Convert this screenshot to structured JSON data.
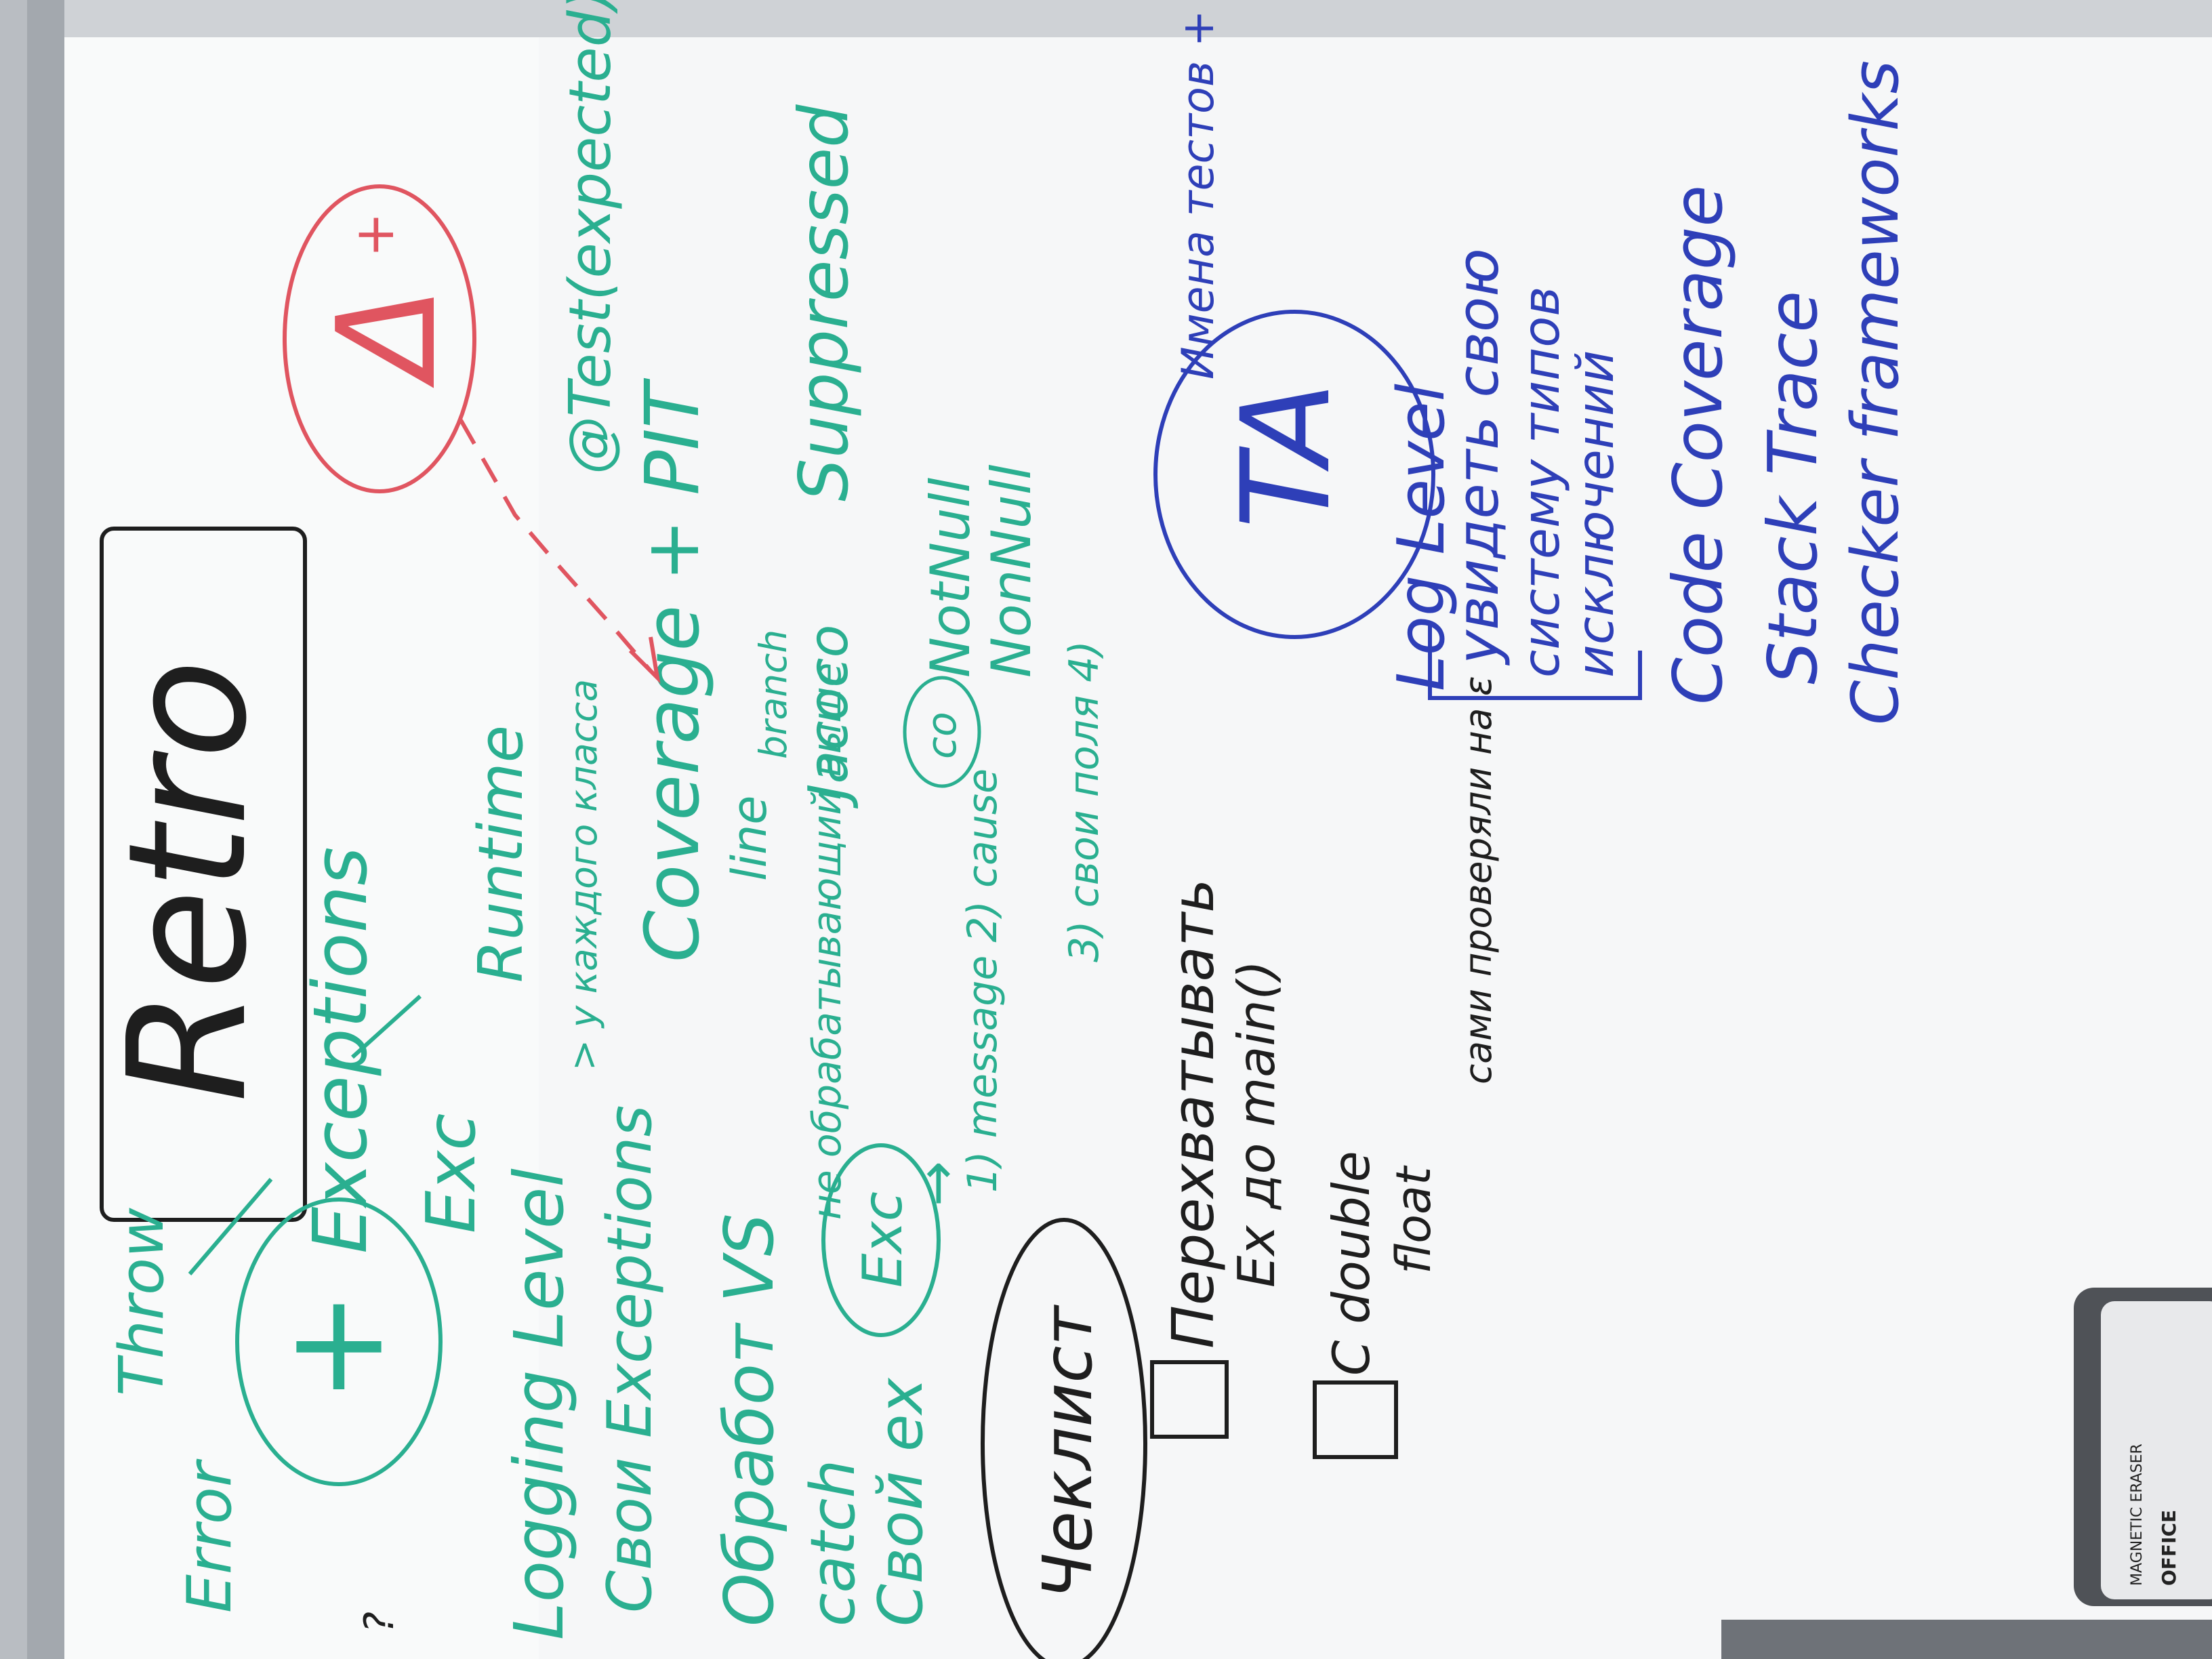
{
  "board": {
    "title": "Retro",
    "colors": {
      "board": "#f6f7f8",
      "frame": "#9ea2a8",
      "black_marker": "#1e1e1e",
      "green_marker": "#2aaf90",
      "blue_marker": "#2e3fb8",
      "red_marker": "#e05560"
    }
  },
  "exceptions_cluster": {
    "plus_circle": "+",
    "throw": "Throw",
    "error": "Error",
    "question": "?",
    "exceptions": "Exceptions",
    "exc": "Exc",
    "runtime": "Runtime",
    "logging_level": "Logging Level",
    "for_each_class": "> у каждого класса",
    "own_exceptions": "Свои Exceptions",
    "handle_vs": "Обработ VS",
    "not_handle_above": "не обрабатывающий выше",
    "catch": "catch",
    "own_ex": "Свой ex",
    "exc_circle": "Exc",
    "arrow": "→",
    "list_1_2": "1) message 2) cause",
    "list_3_4": "3) свои поля 4)",
    "coverage": "Coverage + PIT",
    "line": "line",
    "branch": "branch",
    "jacoco": "Jacoco",
    "co": "co",
    "notnull": "NotNull",
    "nonnull": "NonNull",
    "test_expected": "@Test(expected)",
    "suppressed": "Suppressed"
  },
  "delta_cluster": {
    "delta": "Δ",
    "plus": "+"
  },
  "ta_cluster": {
    "ta": "TA",
    "test_names": "Имена тестов + методов",
    "log_level": "Log Level",
    "see_own": "увидеть свою",
    "system_types": "систему типов",
    "exceptions_ru": "исключений",
    "code_coverage": "Code Coverage",
    "stack_trace": "Stack Trace",
    "checker_frameworks": "Checker frameworks"
  },
  "checklist": {
    "title": "Чеклист",
    "item1_a": "Перехватывать",
    "item1_b": "Ex до main()",
    "item2_a": "C double",
    "item2_b": "float",
    "item2_c": "сами проверяли на ε"
  },
  "eraser": {
    "brand": "OFFICE",
    "label": "MAGNETIC ERASER"
  }
}
